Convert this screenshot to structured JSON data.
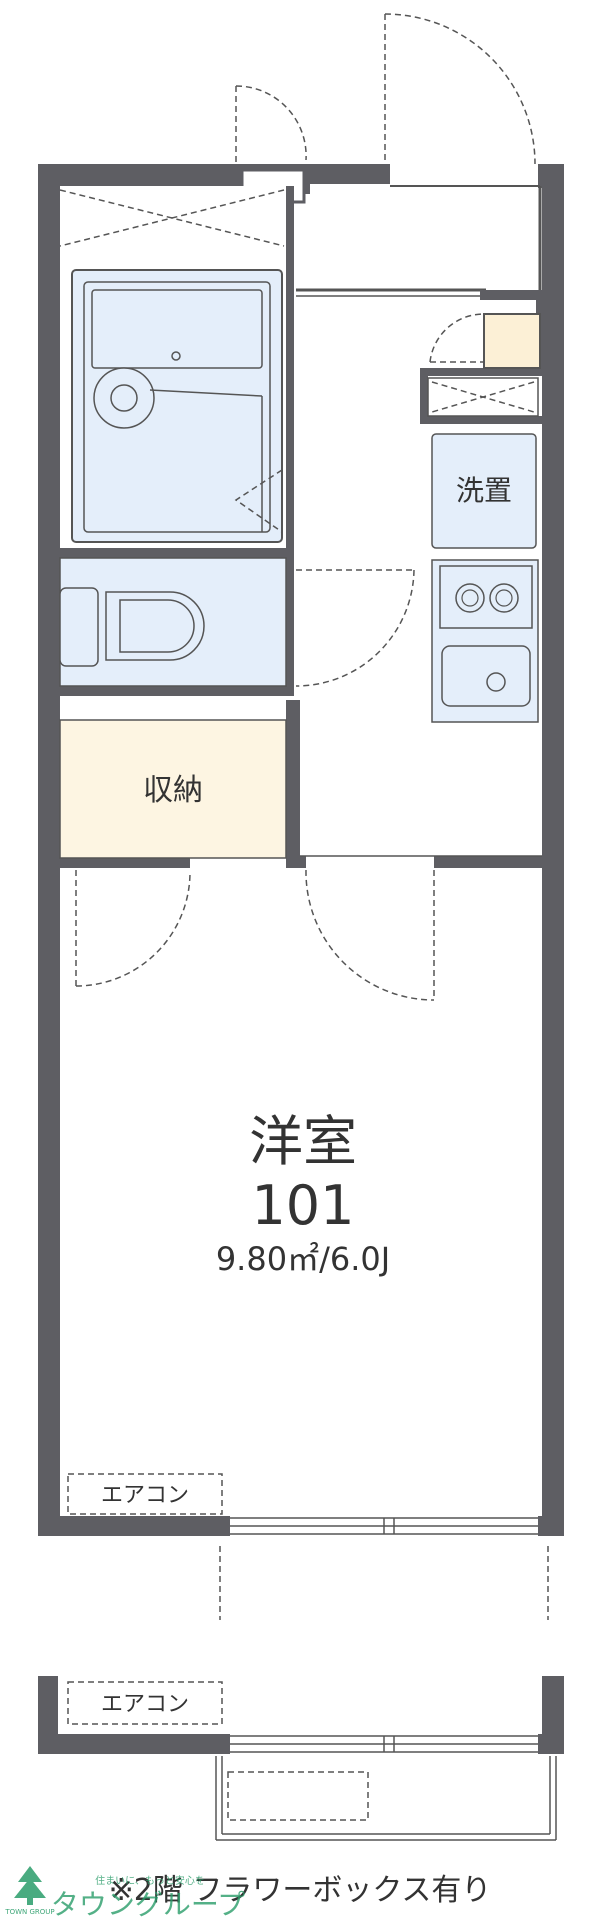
{
  "rooms": {
    "washroom": "洗置",
    "storage": "収納",
    "main_room": {
      "name": "洋室",
      "number": "101",
      "size": "9.80㎡/6.0J"
    }
  },
  "aircon": {
    "unit1": "エアコン",
    "unit2": "エアコン"
  },
  "note": "※2階 フラワーボックス有り",
  "logo": {
    "text": "タウングループ",
    "sub": "TOWN GROUP",
    "tagline": "住まいに、もっと安心を"
  },
  "colors": {
    "wall": "#5e5e63",
    "fixture": "#e4eefa",
    "storage": "#fdf5e2",
    "entrance_box": "#fcf0d6",
    "line": "#555555",
    "logo": "#2a9d6a"
  }
}
